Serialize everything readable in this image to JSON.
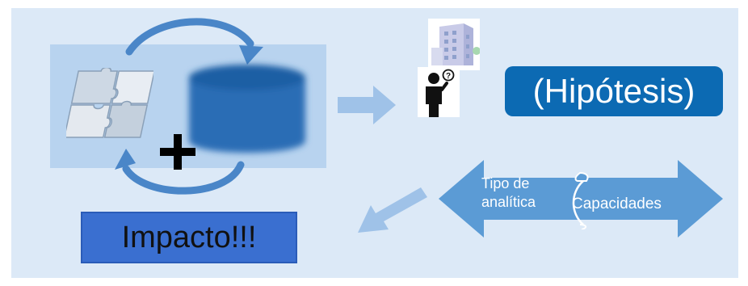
{
  "labels": {
    "hipotesis": "(Hipótesis)",
    "impacto": "Impacto!!!",
    "tipo_line1": "Tipo de",
    "tipo_line2": "analítica",
    "capacidades": "Capacidades"
  },
  "icons": {
    "puzzle": "puzzle-pieces-icon",
    "database": "database-cylinder-icon",
    "plus": "plus-icon",
    "building": "office-building-icon",
    "person": "thinking-person-icon",
    "cycle": "cycle-arrows-icon",
    "arrow_right": "arrow-right-icon",
    "arrow_down_left": "arrow-down-left-icon",
    "double_arrow": "double-arrow-icon",
    "scroll": "scroll-banner-icon"
  },
  "colors": {
    "canvas": "#dce9f7",
    "panel": "#b8d3ef",
    "primary": "#0c6ab3",
    "impact": "#3a6fd0",
    "arrow_light": "#9fc2e8",
    "arrow_mid": "#5b9bd5"
  }
}
